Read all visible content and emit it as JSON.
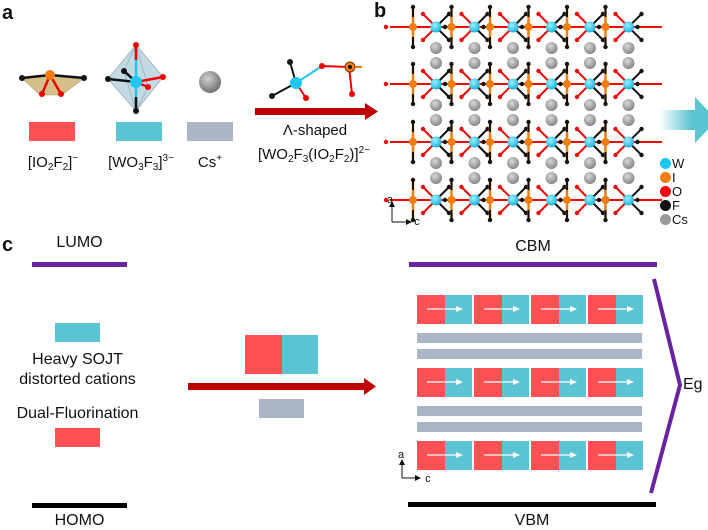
{
  "colors": {
    "iodate_red": "#ff5053",
    "tungstate_cyan": "#5bc4d2",
    "cesium_gray": "#aab5c6",
    "arrow_darkred": "#c00000",
    "band_purple": "#6a23a0",
    "band_black": "#000000",
    "atom_W": "#1ec8f0",
    "atom_I": "#f07d10",
    "atom_O": "#ee0a0a",
    "atom_F": "#111111",
    "atom_Cs": "#9a9a9a",
    "polyhedron_I": "#d6c08a",
    "polyhedron_W": "#c3d9e3",
    "big_arrow": "#5bc4d2"
  },
  "panel_a": {
    "label": "a",
    "species": [
      {
        "name": "iodate",
        "formula": {
          "pre": "[IO",
          "s1": "2",
          "mid": "F",
          "s2": "2",
          "post": "]",
          "charge": "−"
        }
      },
      {
        "name": "tungstate",
        "formula": {
          "pre": "[WO",
          "s1": "3",
          "mid": "F",
          "s2": "3",
          "post": "]",
          "charge": "3−"
        }
      },
      {
        "name": "cesium",
        "formula": {
          "pre": "Cs",
          "charge": "+"
        }
      }
    ],
    "arrow_caption_line1": "Λ-shaped",
    "arrow_caption_line2": {
      "p1": "[WO",
      "s1": "2",
      "p2": "F",
      "s2": "3",
      "p3": "(IO",
      "s3": "2",
      "p4": "F",
      "s4": "2",
      "p5": ")]",
      "charge": "2−"
    }
  },
  "panel_b": {
    "label": "b",
    "axes": {
      "vertical": "a",
      "horizontal": "c"
    },
    "legend": [
      "W",
      "I",
      "O",
      "F",
      "Cs"
    ],
    "chain_rows": 4,
    "units_per_row": 6
  },
  "panel_c": {
    "label": "c",
    "lumo": "LUMO",
    "homo": "HOMO",
    "cation_text_line1": "Heavy SOJT",
    "cation_text_line2": "distorted cations",
    "fluorination_text": "Dual-Fluorination",
    "cbm": "CBM",
    "vbm": "VBM",
    "gap": "Eg",
    "axes": {
      "vertical": "a",
      "horizontal": "c"
    },
    "block_rows": 3,
    "blocks_per_row": 4
  }
}
